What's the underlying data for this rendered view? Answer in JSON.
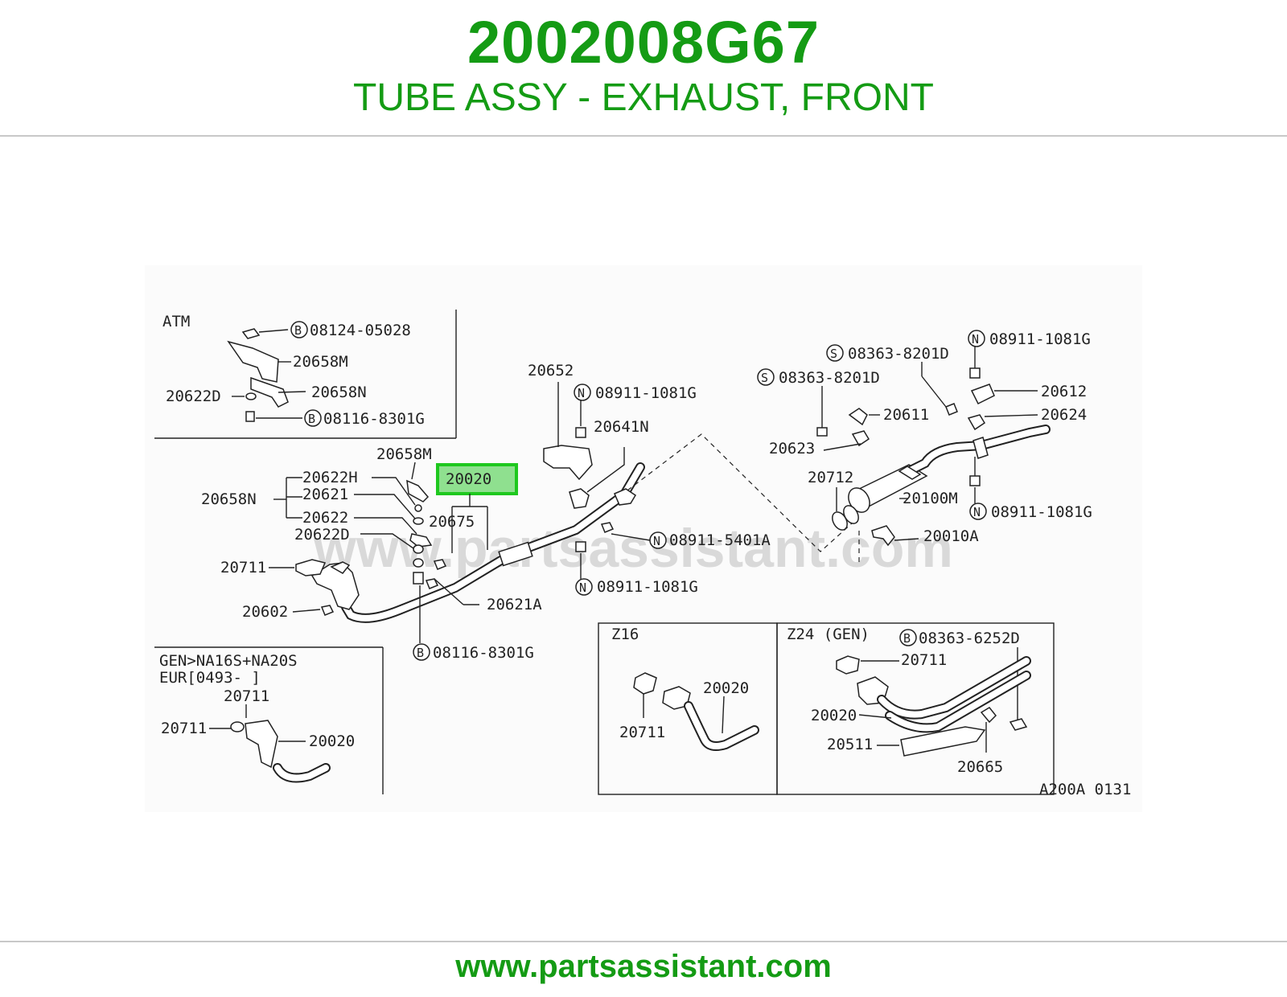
{
  "header": {
    "part_number": "2002008G67",
    "part_name": "TUBE ASSY - EXHAUST, FRONT"
  },
  "diagram": {
    "highlighted_part": "20020",
    "drawing_code": "A200A 0131",
    "watermark": "www.partsassistant.com",
    "insets": {
      "atm": "ATM",
      "gen_line1": "GEN>NA16S+NA20S",
      "gen_line2": "EUR[0493-    ]",
      "z16": "Z16",
      "z24": "Z24 (GEN)"
    },
    "labels": {
      "atm_b1": "08124-05028",
      "atm_20658m": "20658M",
      "atm_20622d": "20622D",
      "atm_20658n": "20658N",
      "atm_b2": "08116-8301G",
      "l_20658m": "20658M",
      "l_20622h": "20622H",
      "l_20658n": "20658N",
      "l_20621": "20621",
      "l_20675": "20675",
      "l_20622": "20622",
      "l_20622d": "20622D",
      "l_20711": "20711",
      "l_20602": "20602",
      "l_20621a": "20621A",
      "l_b3": "08116-8301G",
      "l_20652": "20652",
      "l_n1": "08911-1081G",
      "l_20641n": "20641N",
      "l_n2": "08911-5401A",
      "l_n3": "08911-1081G",
      "r_n4": "08911-1081G",
      "r_s1": "08363-8201D",
      "r_s2": "08363-8201D",
      "r_20612": "20612",
      "r_20611": "20611",
      "r_20624": "20624",
      "r_20623": "20623",
      "r_20712": "20712",
      "r_20100m": "20100M",
      "r_n5": "08911-1081G",
      "r_20010a": "20010A",
      "g_20711a": "20711",
      "g_20711b": "20711",
      "g_20020": "20020",
      "z16_20020": "20020",
      "z16_20711": "20711",
      "z24_b": "08363-6252D",
      "z24_20711": "20711",
      "z24_20020": "20020",
      "z24_20511": "20511",
      "z24_20665": "20665"
    },
    "circle_letters": {
      "b": "B",
      "n": "N",
      "s": "S"
    }
  },
  "footer": {
    "url": "www.partsassistant.com"
  },
  "colors": {
    "brand_green": "#149b14",
    "highlight_fill": "#8fe08f",
    "highlight_border": "#1ec81e"
  }
}
